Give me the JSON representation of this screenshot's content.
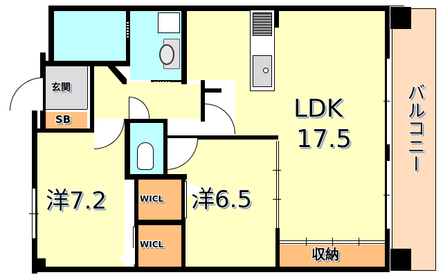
{
  "floorplan": {
    "rooms": {
      "ldk": {
        "name": "LDK",
        "size": "17.5"
      },
      "western1": {
        "name": "洋7.2"
      },
      "western2": {
        "name": "洋6.5"
      },
      "entrance": {
        "name": "玄関"
      },
      "shoebox": {
        "name": "SB"
      },
      "wicl1": {
        "name": "WICL"
      },
      "wicl2": {
        "name": "WICL"
      },
      "storage": {
        "name": "収納"
      },
      "balcony": {
        "name": "バルコニー"
      }
    },
    "colors": {
      "living": "#FFFFC4",
      "water": "#BFFFFF",
      "closet": "#FFC080",
      "entrance": "#DCDCDC",
      "balcony": "#FFDDBE",
      "wall": "#000000"
    }
  }
}
